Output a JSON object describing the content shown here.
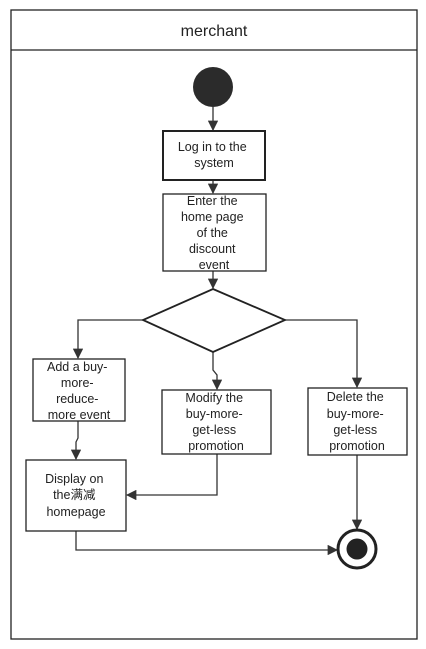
{
  "swimlane": {
    "title": "merchant"
  },
  "nodes": {
    "login": {
      "lines": [
        "Log in to the",
        "system"
      ]
    },
    "enter_home": {
      "lines": [
        "Enter the",
        "home page",
        "of the",
        "discount",
        "event"
      ]
    },
    "add_event": {
      "lines": [
        "Add a buy-",
        "more-",
        "reduce-",
        "more event"
      ]
    },
    "modify_promo": {
      "lines": [
        "Modify the",
        "buy-more-",
        "get-less",
        "promotion"
      ]
    },
    "delete_promo": {
      "lines": [
        "Delete the",
        "buy-more-",
        "get-less",
        "promotion"
      ]
    },
    "display_home": {
      "lines": [
        "Display on",
        "the满减",
        "homepage"
      ]
    }
  },
  "colors": {
    "stroke": "#222222",
    "fill": "#ffffff",
    "start_node": "#2b2b2b"
  }
}
